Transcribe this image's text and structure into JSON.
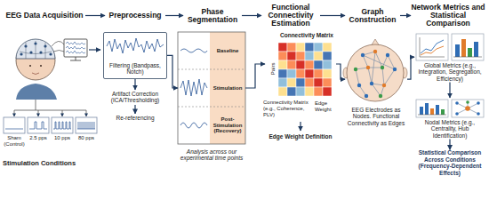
{
  "diagram": {
    "nodes": [
      {
        "text": [
          "EEG Data Acquisition"
        ]
      },
      {
        "text": [
          "Preprocessing"
        ]
      },
      {
        "text": [
          "Phase Segmentation"
        ]
      },
      {
        "text": [
          "Functional Connectivity Estimation"
        ]
      },
      {
        "text": [
          "Graph Construction"
        ]
      },
      {
        "text": [
          "Network Metrics and Statistical Comparison"
        ]
      },
      {
        "text": [
          "Sham (Control)"
        ]
      },
      {
        "text": [
          "2.5 pps"
        ]
      },
      {
        "text": [
          "10 pps"
        ]
      },
      {
        "text": [
          "80 pps"
        ]
      },
      {
        "text": [
          "Filtering (Bandpass, Notch)"
        ]
      },
      {
        "text": [
          "Artifact Correction (ICA/Thresholding)"
        ]
      },
      {
        "text": [
          "Re-referencing"
        ]
      },
      {
        "text": [
          "Baseline"
        ]
      },
      {
        "text": [
          "Stimulation"
        ]
      },
      {
        "text": [
          "Post-Stimulation (Recovery)"
        ]
      },
      {
        "text": [
          "Connectivity Matrix"
        ]
      },
      {
        "text": [
          "EEG Electrodes as Nodes. Functional Connectivity as Edges"
        ]
      },
      {
        "text": [
          "Global Metrics (e.g., Integration, Segregation, Efficiency)"
        ]
      },
      {
        "text": [
          "Nodal Metrics (e.g., Centrality, Hub Identification)"
        ]
      },
      {
        "text": [
          "Statistical Comparison Across Conditions (Frequency-Dependent Effects)"
        ]
      }
    ],
    "edges": [
      {
        "from": 0,
        "to": 1,
        "arrow": "to"
      },
      {
        "from": 1,
        "to": 2,
        "arrow": "to"
      },
      {
        "from": 2,
        "to": 3,
        "arrow": "to"
      },
      {
        "from": 3,
        "to": 4,
        "arrow": "to"
      },
      {
        "from": 4,
        "to": 5,
        "arrow": "to"
      },
      {
        "from": 10,
        "to": 11,
        "arrow": "to"
      },
      {
        "from": 11,
        "to": 12,
        "arrow": "to"
      },
      {
        "from": 10,
        "to": 14,
        "arrow": "to"
      },
      {
        "from": 14,
        "to": 16,
        "arrow": "to"
      },
      {
        "from": 16,
        "to": 17,
        "arrow": "to"
      },
      {
        "from": 17,
        "to": 18,
        "arrow": "to"
      },
      {
        "from": 18,
        "to": 19,
        "arrow": "to"
      },
      {
        "from": 19,
        "to": 20,
        "arrow": "to"
      }
    ],
    "labels": [
      "Stimulation Conditions",
      "Analysis across our experimental time points",
      "Pairs",
      "Connectivity Matrix (e.g., Coherence, PLV)",
      "Edge Weight",
      "Edge Weight Definition"
    ]
  }
}
